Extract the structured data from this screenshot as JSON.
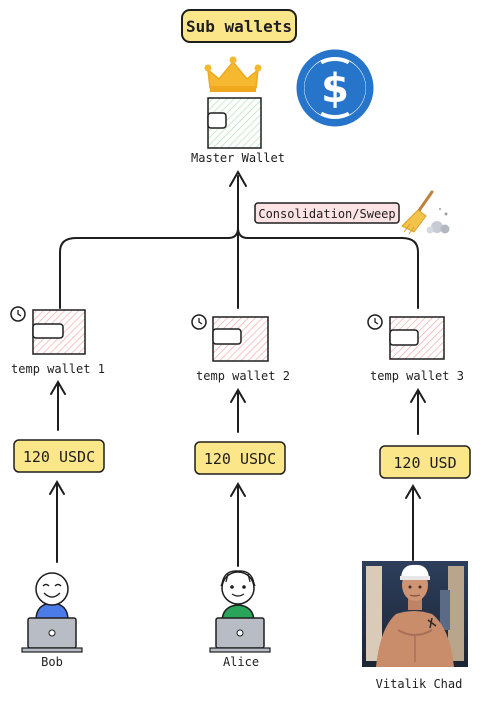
{
  "title": "Sub wallets",
  "master_wallet": {
    "label": "Master Wallet"
  },
  "consolidation": {
    "label": "Consolidation/Sweep"
  },
  "temp_wallets": [
    {
      "label": "temp wallet 1"
    },
    {
      "label": "temp wallet 2"
    },
    {
      "label": "temp wallet 3"
    }
  ],
  "amounts": [
    {
      "label": "120 USDC"
    },
    {
      "label": "120 USDC"
    },
    {
      "label": "120 USD"
    }
  ],
  "users": [
    {
      "name": "Bob"
    },
    {
      "name": "Alice"
    },
    {
      "name": "Vitalik Chad"
    }
  ],
  "colors": {
    "note_fill": "#fce68a",
    "usdc_blue": "#2775ca",
    "crown": "#f5b82e",
    "master_hatch": "#b5e3b9",
    "temp_hatch": "#f4a9a9",
    "consolidation_fill": "#fde3e3",
    "user_shirt_bob": "#4a7be8",
    "user_shirt_alice": "#2aa45a",
    "laptop": "#b8bcc4"
  },
  "icons": [
    "crown-icon",
    "usdc-logo-icon",
    "wallet-icon",
    "clock-icon",
    "broom-icon",
    "laptop-icon",
    "person-icon"
  ]
}
